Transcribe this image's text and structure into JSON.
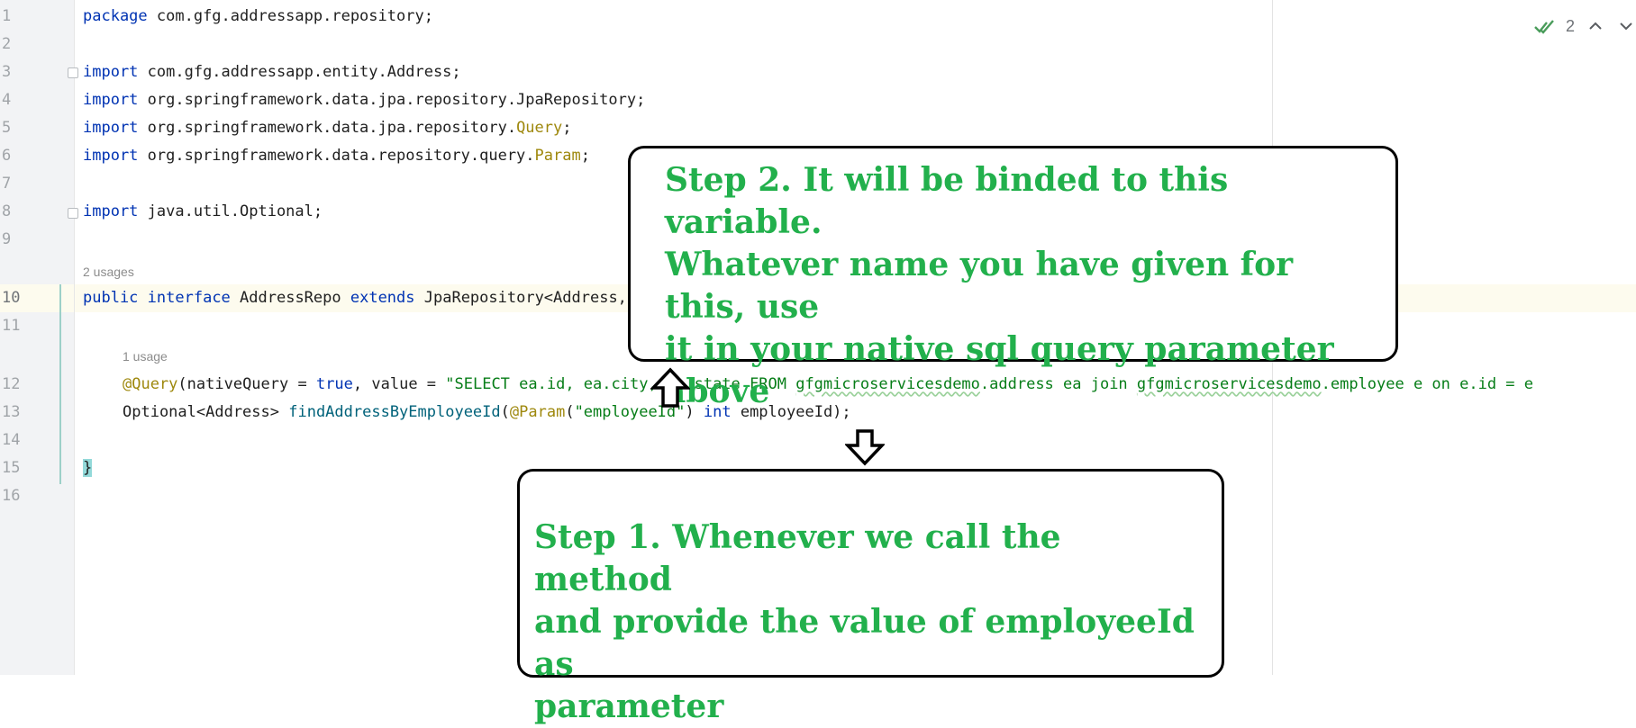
{
  "editor": {
    "line_numbers": [
      "1",
      "2",
      "3",
      "4",
      "5",
      "6",
      "7",
      "8",
      "9",
      "10",
      "11",
      "12",
      "13",
      "14",
      "15",
      "16"
    ],
    "lines": {
      "l1": [
        "package",
        " com.gfg.addressapp.repository;"
      ],
      "l3": [
        "import",
        " com.gfg.addressapp.entity.Address;"
      ],
      "l4": [
        "import",
        " org.springframework.data.jpa.repository.JpaRepository;"
      ],
      "l5": [
        "import",
        " org.springframework.data.jpa.repository.",
        "Query",
        ";"
      ],
      "l6": [
        "import",
        " org.springframework.data.repository.query.",
        "Param",
        ";"
      ],
      "l8": [
        "import",
        " java.util.Optional;"
      ],
      "l10": [
        "public",
        " ",
        "interface",
        " AddressRepo ",
        "extends",
        " JpaRepository<Address, Integer> ",
        "{"
      ],
      "l12": [
        "@Query",
        "(nativeQuery = ",
        "true",
        ", value = ",
        "\"SELECT ea.id, ea.city, ea.state FROM ",
        "gfgmicroservicesdemo",
        ".address ea join ",
        "gfgmicroservicesdemo",
        ".employee e on e.id = e"
      ],
      "l13": [
        "Optional<Address> ",
        "findAddressByEmployeeId",
        "(",
        "@Param",
        "(",
        "\"employeeId\"",
        ") ",
        "int",
        " employeeId);"
      ],
      "l15": [
        "}"
      ]
    },
    "inlay_hints": {
      "interface_usages": "2 usages",
      "method_usages": "1 usage"
    }
  },
  "toolbar": {
    "inspection_count": "2"
  },
  "annotations": {
    "step2": [
      "Step 2. It will be binded to this variable.",
      "Whatever name you have given for this, use",
      "it in your native sql query parameter above"
    ],
    "step1": [
      "Step 1. Whenever we call the method",
      "and provide the value of employeeId as",
      "parameter"
    ]
  },
  "colors": {
    "keyword": "#0033b3",
    "annotation": "#9e880d",
    "string": "#067d17",
    "method": "#00627a",
    "callout_text": "#22b04c",
    "brace_highlight": "#93d9d9"
  },
  "icons": {
    "inspection": "double-check-icon",
    "prev": "chevron-up-icon",
    "next": "chevron-down-icon",
    "arrow_up": "up-arrow-icon",
    "arrow_down": "down-arrow-icon"
  }
}
